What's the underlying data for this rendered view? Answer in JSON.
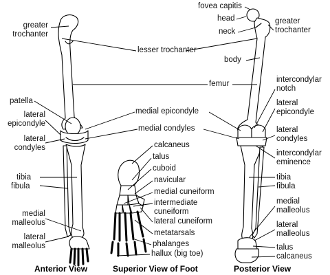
{
  "views": {
    "anterior": "Anterior View",
    "superior": "Superior View of Foot",
    "posterior": "Posterior View"
  },
  "labels": {
    "greater_trochanter_left": "greater\ntrochanter",
    "patella": "patella",
    "lateral_epicondyle_left": "lateral\nepicondyle",
    "lateral_condyles_left": "lateral\ncondyles",
    "tibia_left": "tibia",
    "fibula_left": "fibula",
    "medial_malleolus_left": "medial\nmalleolus",
    "lateral_malleolus_left": "lateral\nmalleolus",
    "lesser_trochanter": "lesser trochanter",
    "femur": "femur",
    "medial_epicondyle": "medial epicondyle",
    "medial_condyles": "medial condyles",
    "calcaneus_foot": "calcaneus",
    "talus_foot": "talus",
    "cuboid": "cuboid",
    "navicular": "navicular",
    "medial_cuneiform": "medial cuneiform",
    "intermediate_cuneiform": "intermediate\ncuneiform",
    "lateral_cuneiform": "lateral cuneiform",
    "metatarsals": "metatarsals",
    "phalanges": "phalanges",
    "hallux": "hallux (big toe)",
    "fovea_capitis": "fovea capitis",
    "head": "head",
    "neck": "neck",
    "greater_trochanter_right": "greater\ntrochanter",
    "body": "body",
    "intercondylar_notch": "intercondylar\nnotch",
    "lateral_epicondyle_right": "lateral\nepicondyle",
    "lateral_condyles_right": "lateral\ncondyles",
    "intercondylar_eminence": "intercondylar\neminence",
    "tibia_right": "tibia",
    "fibula_right": "fibula",
    "medial_malleolus_right": "medial\nmalleolus",
    "lateral_malleolus_right": "lateral\nmalleolus",
    "talus_right": "talus",
    "calcaneus_right": "calcaneus"
  }
}
